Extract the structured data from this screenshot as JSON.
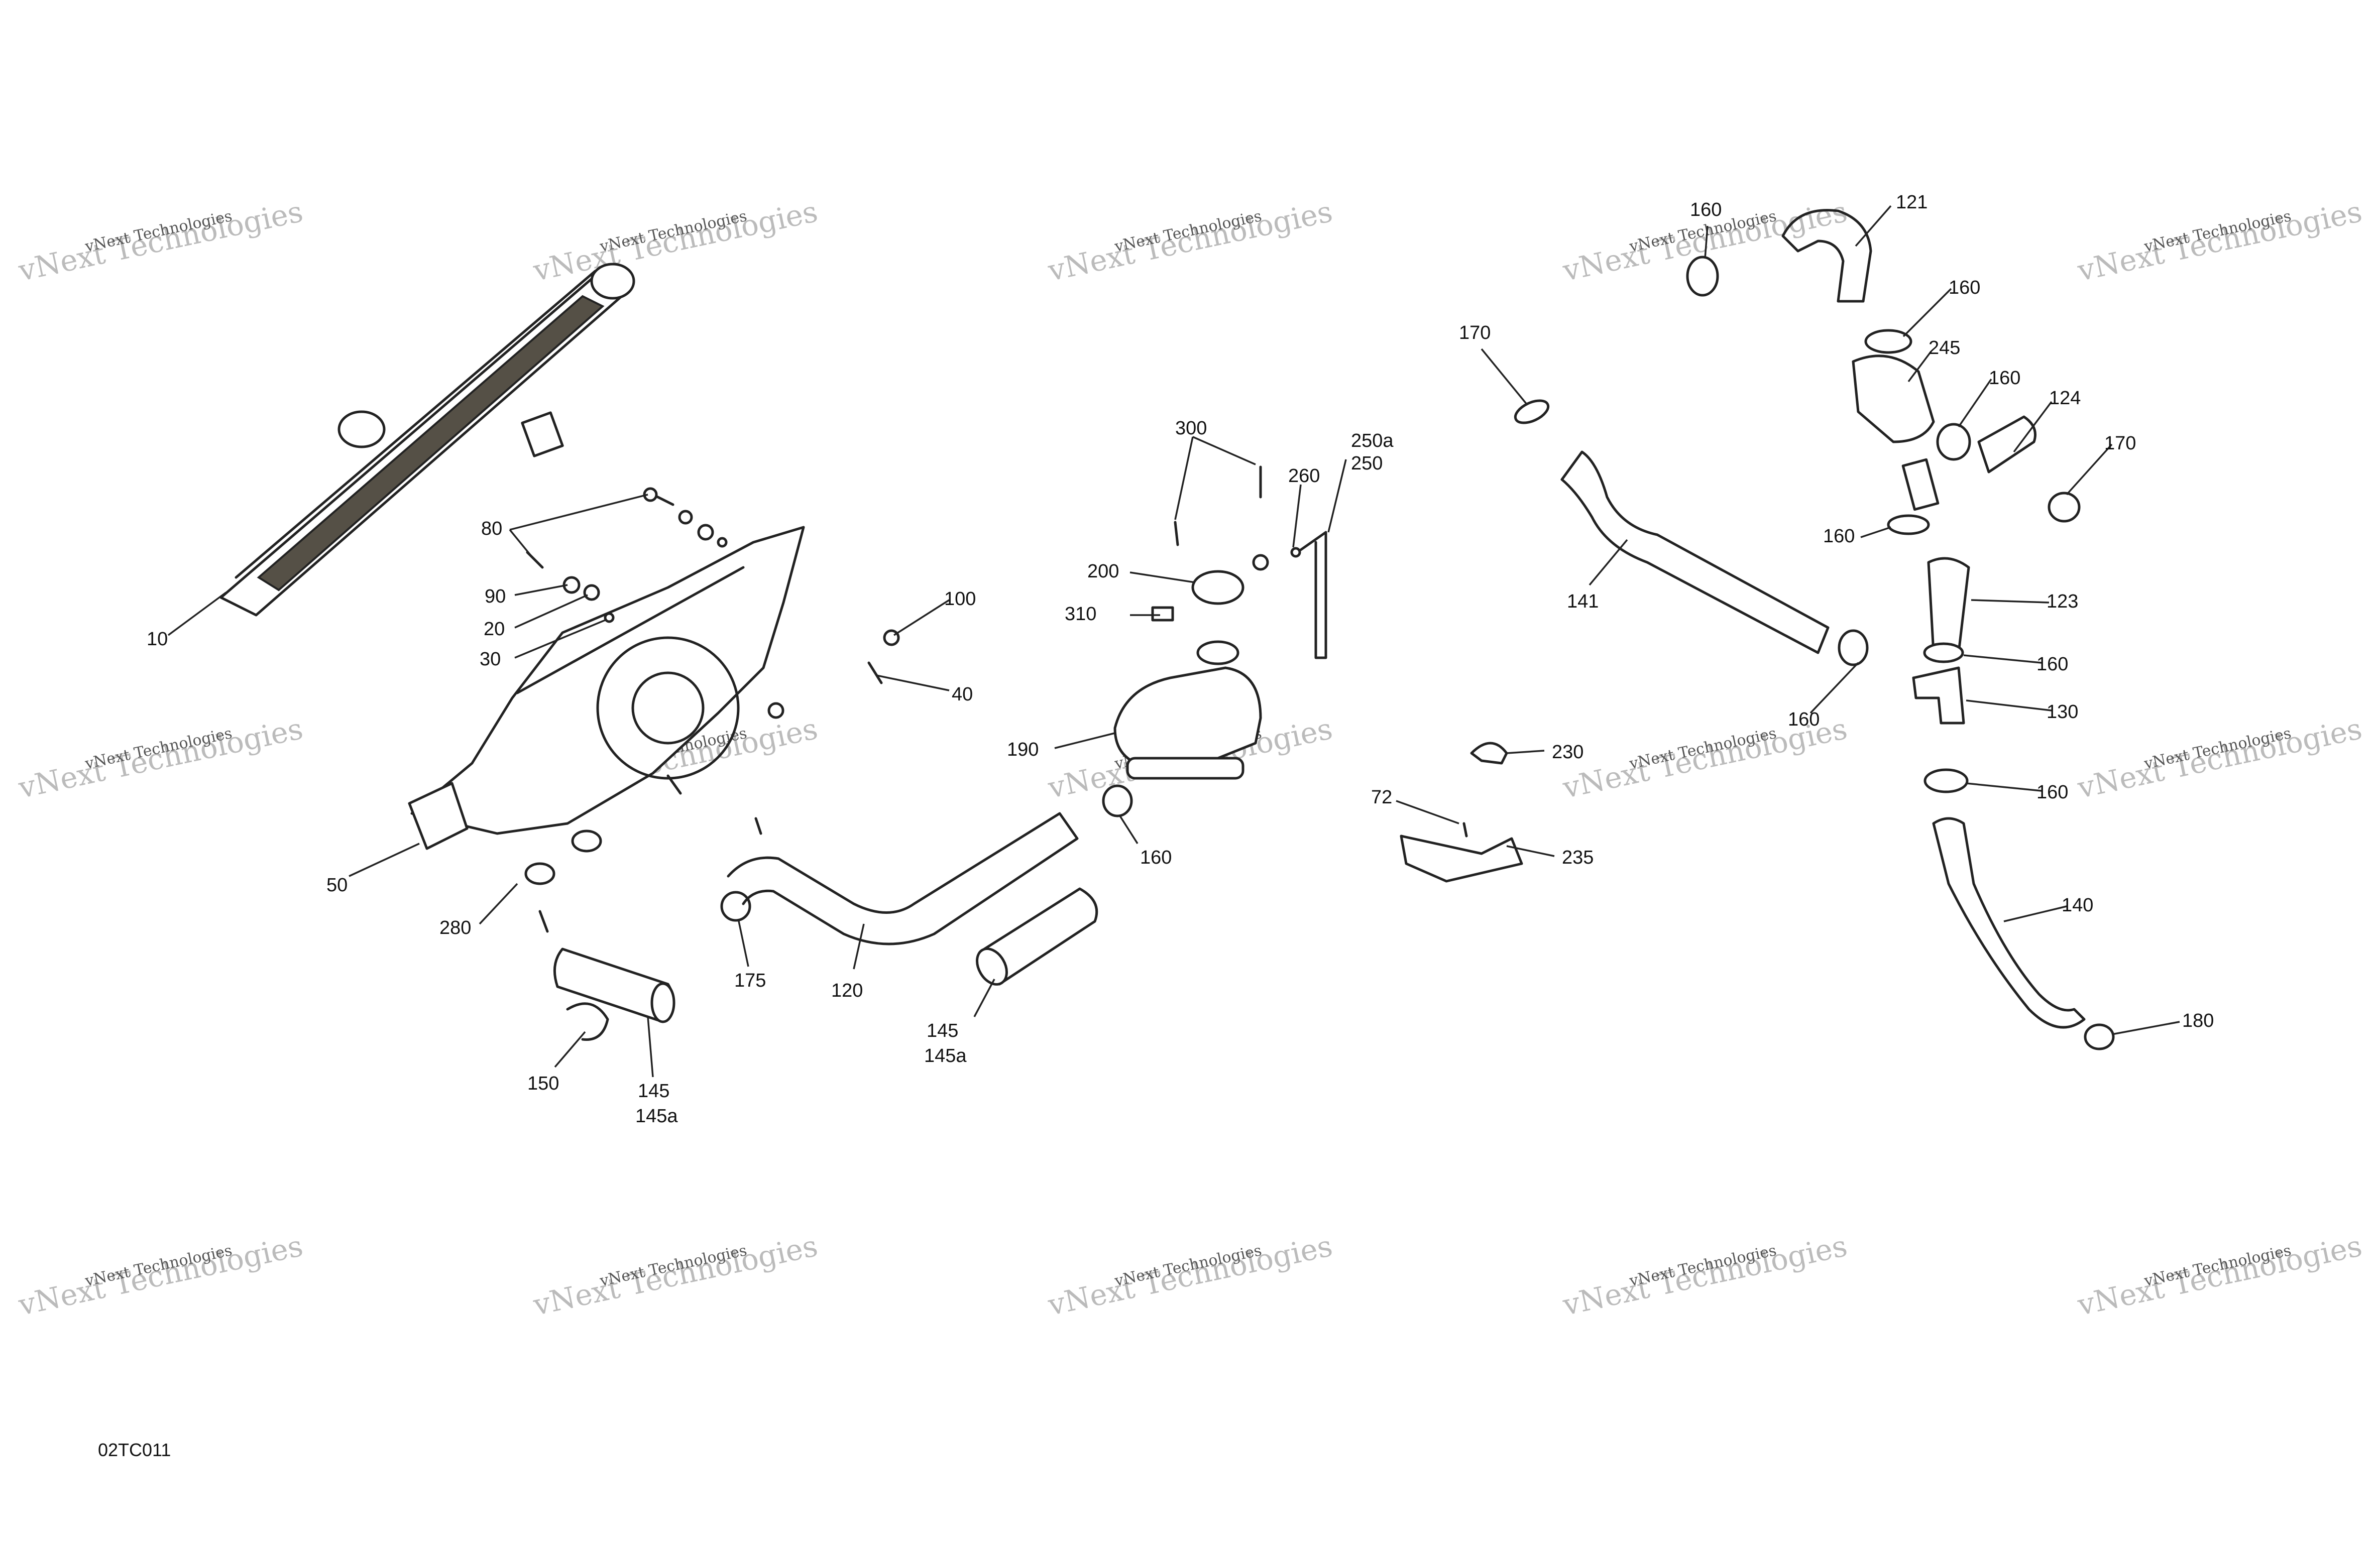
{
  "diagram": {
    "reference_code": "02TC011",
    "watermark": {
      "line1": "vNext Technologies",
      "line2": "vNext Technologies"
    },
    "callouts": [
      {
        "id": "c10",
        "label": "10"
      },
      {
        "id": "c80",
        "label": "80"
      },
      {
        "id": "c90",
        "label": "90"
      },
      {
        "id": "c20",
        "label": "20"
      },
      {
        "id": "c30",
        "label": "30"
      },
      {
        "id": "c50",
        "label": "50"
      },
      {
        "id": "c280",
        "label": "280"
      },
      {
        "id": "c150",
        "label": "150"
      },
      {
        "id": "c145a_top",
        "label": "145"
      },
      {
        "id": "c145a_bot",
        "label": "145a"
      },
      {
        "id": "c100",
        "label": "100"
      },
      {
        "id": "c40",
        "label": "40"
      },
      {
        "id": "c175",
        "label": "175"
      },
      {
        "id": "c120",
        "label": "120"
      },
      {
        "id": "c145b_top",
        "label": "145"
      },
      {
        "id": "c145b_bot",
        "label": "145a"
      },
      {
        "id": "c300",
        "label": "300"
      },
      {
        "id": "c260",
        "label": "260"
      },
      {
        "id": "c250a",
        "label": "250a"
      },
      {
        "id": "c250",
        "label": "250"
      },
      {
        "id": "c200",
        "label": "200"
      },
      {
        "id": "c310",
        "label": "310"
      },
      {
        "id": "c190",
        "label": "190"
      },
      {
        "id": "c160a",
        "label": "160"
      },
      {
        "id": "c170a",
        "label": "170"
      },
      {
        "id": "c141",
        "label": "141"
      },
      {
        "id": "c230",
        "label": "230"
      },
      {
        "id": "c72",
        "label": "72"
      },
      {
        "id": "c235",
        "label": "235"
      },
      {
        "id": "c160b",
        "label": "160"
      },
      {
        "id": "c121",
        "label": "121"
      },
      {
        "id": "c160c",
        "label": "160"
      },
      {
        "id": "c245",
        "label": "245"
      },
      {
        "id": "c160d",
        "label": "160"
      },
      {
        "id": "c124",
        "label": "124"
      },
      {
        "id": "c170b",
        "label": "170"
      },
      {
        "id": "c160e",
        "label": "160"
      },
      {
        "id": "c123",
        "label": "123"
      },
      {
        "id": "c160f",
        "label": "160"
      },
      {
        "id": "c160g",
        "label": "160"
      },
      {
        "id": "c130",
        "label": "130"
      },
      {
        "id": "c160h",
        "label": "160"
      },
      {
        "id": "c140",
        "label": "140"
      },
      {
        "id": "c180",
        "label": "180"
      }
    ]
  }
}
